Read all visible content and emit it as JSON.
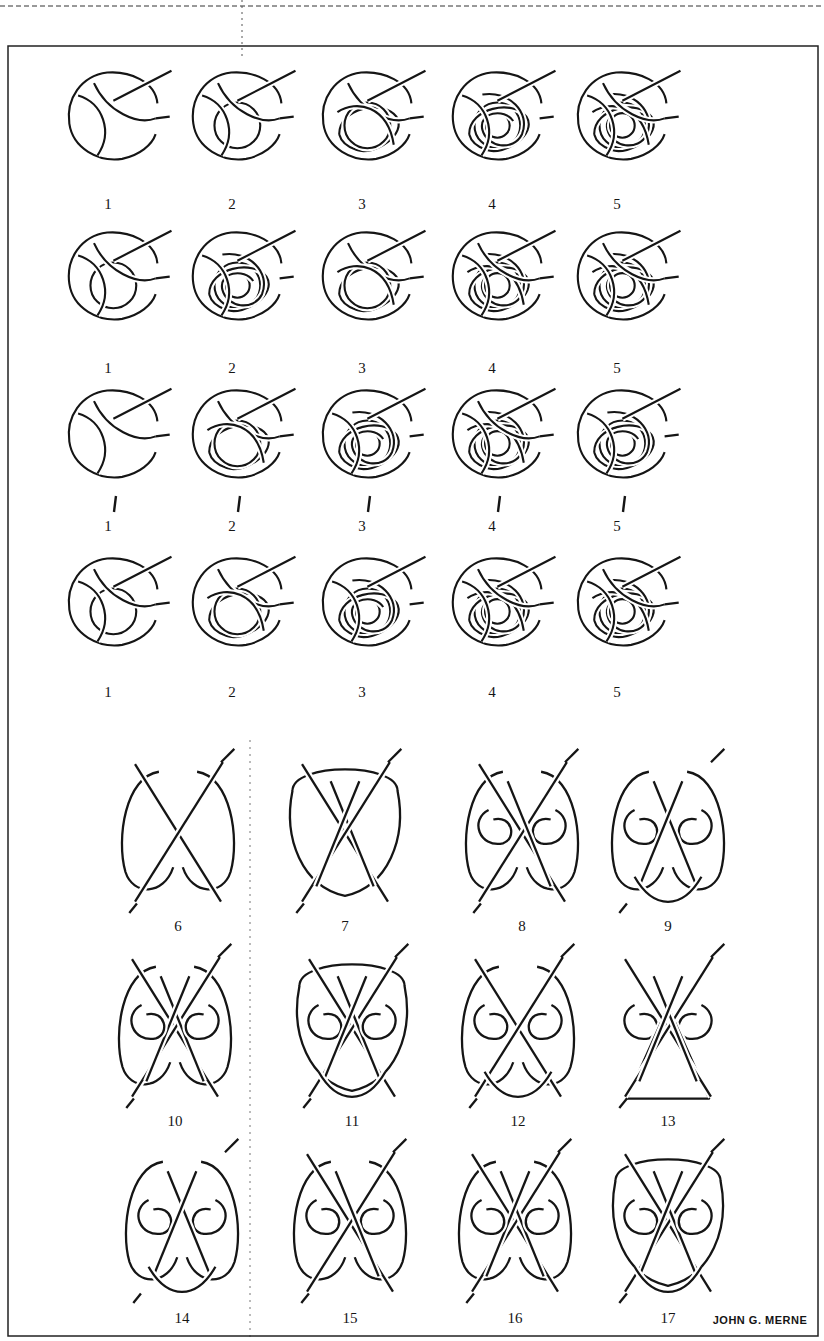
{
  "diagram": {
    "labels": [
      "1",
      "2",
      "3",
      "4",
      "5",
      "1",
      "2",
      "3",
      "4",
      "5",
      "1",
      "2",
      "3",
      "4",
      "5",
      "1",
      "2",
      "3",
      "4",
      "5",
      "6",
      "7",
      "8",
      "9",
      "10",
      "11",
      "12",
      "13",
      "14",
      "15",
      "16",
      "17",
      "JOHN G. MERNE"
    ]
  }
}
